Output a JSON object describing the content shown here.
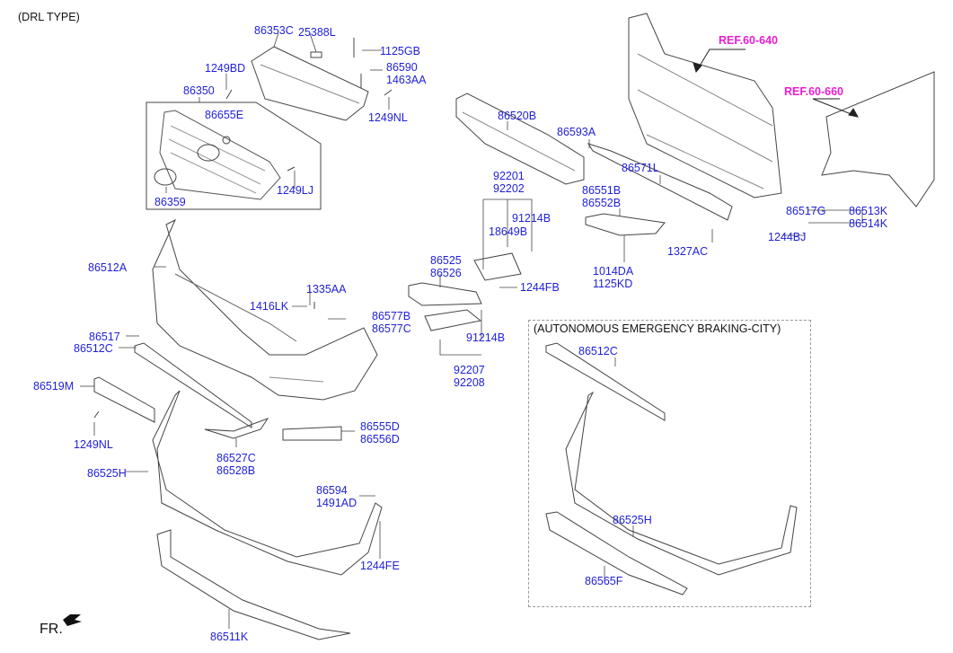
{
  "title": "(DRL TYPE)",
  "inset_title": "(AUTONOMOUS EMERGENCY BRAKING-CITY)",
  "direction_label": "FR.",
  "refs": [
    "REF.60-640",
    "REF.60-660"
  ],
  "colors": {
    "part_label": "#1f1fd9",
    "ref_label": "#e81ed2",
    "line": "#333333"
  },
  "labels": {
    "p86353C": "86353C",
    "p25388L": "25388L",
    "p1125GB": "1125GB",
    "p86590": "86590\n1463AA",
    "p1249BD": "1249BD",
    "p86350": "86350",
    "p86655E": "86655E",
    "p1249NL_top": "1249NL",
    "p1249LJ": "1249LJ",
    "p86359": "86359",
    "p86520B": "86520B",
    "p86593A": "86593A",
    "p86571L": "86571L",
    "p92201": "92201\n92202",
    "p91214B_top": "91214B",
    "p18649B": "18649B",
    "p86551B": "86551B\n86552B",
    "p86517G": "86517G",
    "p86513K": "86513K\n86514K",
    "p1244BJ": "1244BJ",
    "p1327AC": "1327AC",
    "p1014DA": "1014DA\n1125KD",
    "p86525": "86525\n86526",
    "p1244FB": "1244FB",
    "p86512A": "86512A",
    "p1335AA": "1335AA",
    "p1416LK": "1416LK",
    "p86577B": "86577B\n86577C",
    "p86517": "86517",
    "p86512C": "86512C",
    "p91214B_bot": "91214B",
    "p92207": "92207\n92208",
    "p86519M": "86519M",
    "p1249NL_bot": "1249NL",
    "p86555D": "86555D\n86556D",
    "p86527C": "86527C\n86528B",
    "p86525H": "86525H",
    "p86594": "86594\n1491AD",
    "p1244FE": "1244FE",
    "p86511K": "86511K",
    "inset_86512C": "86512C",
    "inset_86525H": "86525H",
    "inset_86565F": "86565F"
  }
}
